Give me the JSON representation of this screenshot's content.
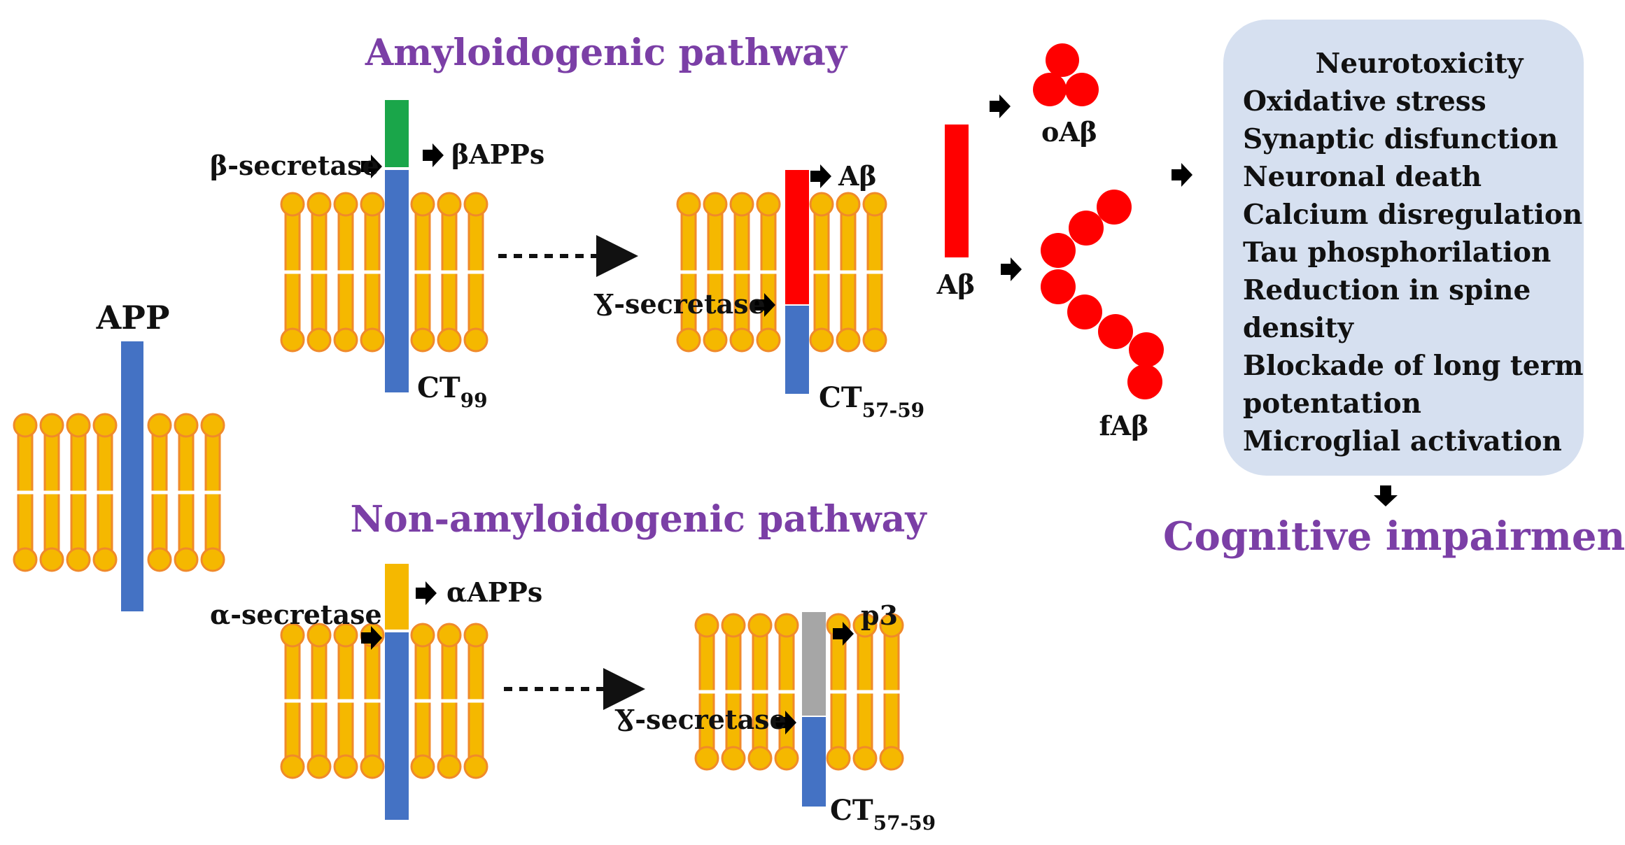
{
  "titles": {
    "amyloidogenic": "Amyloidogenic pathway",
    "non_amyloidogenic": "Non-amyloidogenic pathway"
  },
  "labels": {
    "app": "APP",
    "beta_secretase": "β-secretase",
    "beta_apps": "βAPPs",
    "ct99_main": "CT",
    "ct99_sub": "99",
    "gamma_secretase": "Ɣ-secretase",
    "abeta": "Aβ",
    "ct5759_main": "CT",
    "ct5759_sub": "57-59",
    "abeta_monomer": "Aβ",
    "oabeta": "oAβ",
    "fabeta": "fAβ",
    "alpha_secretase": "α-secretase",
    "alpha_apps": "αAPPs",
    "gamma_secretase_2": "Ɣ-secretase",
    "p3": "p3",
    "ct5759b_main": "CT",
    "ct5759b_sub": "57-59",
    "cognitive": "Cognitive impairment"
  },
  "effects": [
    "Neurotoxicity",
    "Oxidative stress",
    "Synaptic disfunction",
    "Neuronal death",
    "Calcium disregulation",
    "Tau phosphorilation",
    "Reduction in spine",
    "density",
    "Blockade of long term",
    "potentation",
    "Microglial activation"
  ],
  "colors": {
    "title": "#7b3fa6",
    "membrane_fill": "#f5b800",
    "membrane_edge": "#f08a2a",
    "app_blue": "#4472c4",
    "beta_green": "#1aa64a",
    "abeta_red": "#ff0000",
    "alpha_yellow": "#f5b800",
    "p3_gray": "#a6a6a6",
    "box_fill": "#d6e0f0"
  }
}
